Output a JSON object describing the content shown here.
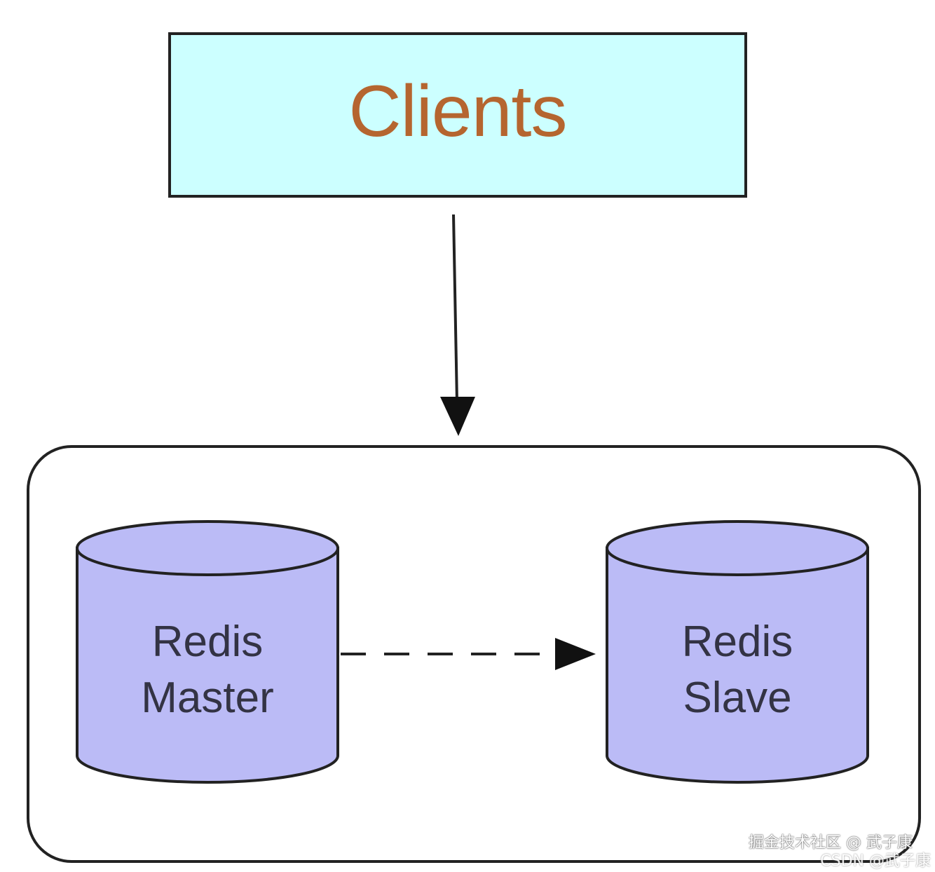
{
  "clients": {
    "label": "Clients"
  },
  "master": {
    "line1": "Redis",
    "line2": "Master"
  },
  "slave": {
    "line1": "Redis",
    "line2": "Slave"
  },
  "watermark": {
    "primary": "掘金技术社区 @ 武子康",
    "secondary": "CSDN @武子康"
  },
  "colors": {
    "clients_fill": "#ccffff",
    "clients_text": "#b5652f",
    "cylinder_fill": "#bbbbf6",
    "stroke": "#222222"
  }
}
